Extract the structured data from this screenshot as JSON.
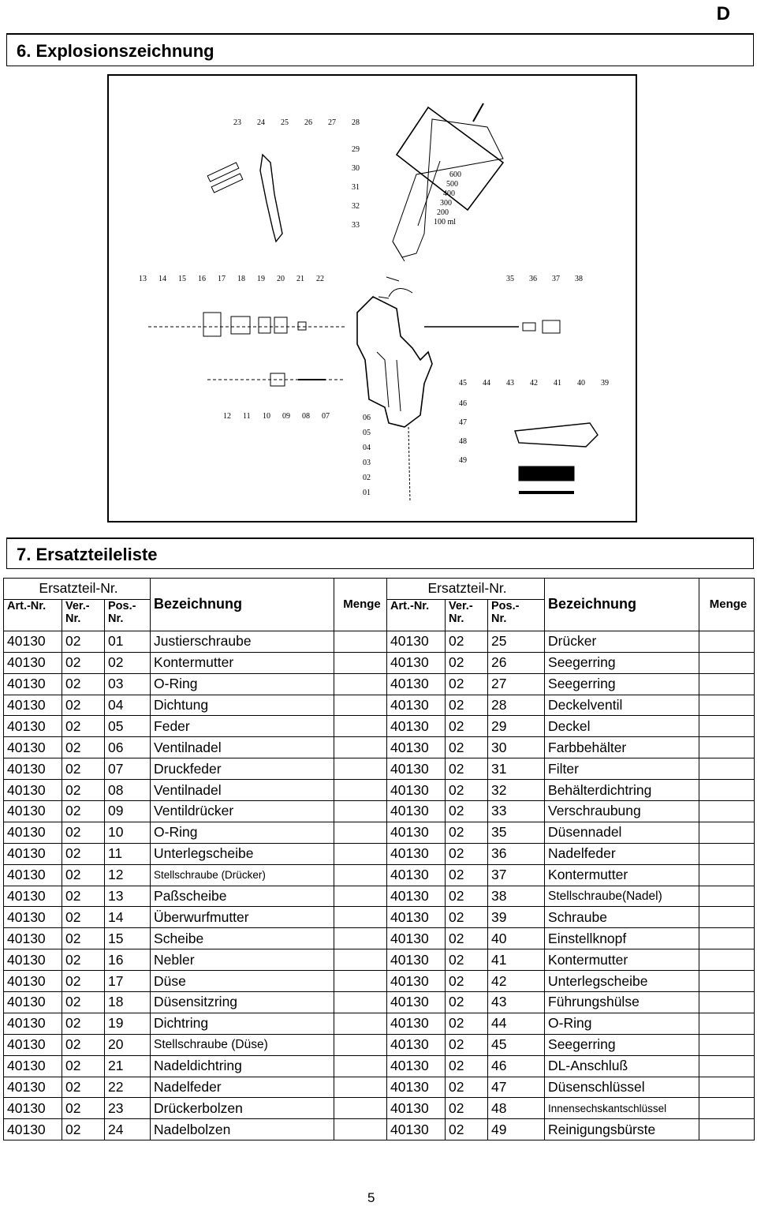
{
  "lang_tag": "D",
  "section6_title": "6.  Explosionszeichnung",
  "section7_title": "7.  Ersatzteileliste",
  "page_number": "5",
  "drawing": {
    "callouts_top": [
      "23",
      "24",
      "25",
      "26",
      "27",
      "28"
    ],
    "callouts_cup": [
      "29",
      "30",
      "31",
      "32",
      "33"
    ],
    "callouts_mid_left": [
      "13",
      "14",
      "15",
      "16",
      "17",
      "18",
      "19",
      "20",
      "21",
      "22"
    ],
    "callouts_mid_right": [
      "35",
      "36",
      "37",
      "38"
    ],
    "callouts_right_row": [
      "45",
      "44",
      "43",
      "42",
      "41",
      "40",
      "39"
    ],
    "callouts_lower_left": [
      "12",
      "11",
      "10",
      "09",
      "08",
      "07"
    ],
    "callouts_handle": [
      "06",
      "05",
      "04",
      "03",
      "02",
      "01"
    ],
    "callouts_tools": [
      "46",
      "47",
      "48",
      "49"
    ],
    "cup_scale": [
      "600",
      "500",
      "400",
      "300",
      "200",
      "100 ml"
    ]
  },
  "table": {
    "header": {
      "group": "Ersatzteil-Nr.",
      "art": "Art.-Nr.",
      "ver": "Ver.-\nNr.",
      "pos": "Pos.-\nNr.",
      "name": "Bezeichnung",
      "menge": "Menge"
    },
    "left": [
      [
        "40130",
        "02",
        "01",
        "Justierschraube"
      ],
      [
        "40130",
        "02",
        "02",
        "Kontermutter"
      ],
      [
        "40130",
        "02",
        "03",
        "O-Ring"
      ],
      [
        "40130",
        "02",
        "04",
        "Dichtung"
      ],
      [
        "40130",
        "02",
        "05",
        "Feder"
      ],
      [
        "40130",
        "02",
        "06",
        "Ventilnadel"
      ],
      [
        "40130",
        "02",
        "07",
        "Druckfeder"
      ],
      [
        "40130",
        "02",
        "08",
        "Ventilnadel"
      ],
      [
        "40130",
        "02",
        "09",
        "Ventildrücker"
      ],
      [
        "40130",
        "02",
        "10",
        "O-Ring"
      ],
      [
        "40130",
        "02",
        "11",
        "Unterlegscheibe"
      ],
      [
        "40130",
        "02",
        "12",
        "Stellschraube (Drücker)"
      ],
      [
        "40130",
        "02",
        "13",
        "Paßscheibe"
      ],
      [
        "40130",
        "02",
        "14",
        "Überwurfmutter"
      ],
      [
        "40130",
        "02",
        "15",
        "Scheibe"
      ],
      [
        "40130",
        "02",
        "16",
        "Nebler"
      ],
      [
        "40130",
        "02",
        "17",
        "Düse"
      ],
      [
        "40130",
        "02",
        "18",
        "Düsensitzring"
      ],
      [
        "40130",
        "02",
        "19",
        "Dichtring"
      ],
      [
        "40130",
        "02",
        "20",
        "Stellschraube (Düse)"
      ],
      [
        "40130",
        "02",
        "21",
        "Nadeldichtring"
      ],
      [
        "40130",
        "02",
        "22",
        "Nadelfeder"
      ],
      [
        "40130",
        "02",
        "23",
        "Drückerbolzen"
      ],
      [
        "40130",
        "02",
        "24",
        "Nadelbolzen"
      ]
    ],
    "right": [
      [
        "40130",
        "02",
        "25",
        "Drücker"
      ],
      [
        "40130",
        "02",
        "26",
        "Seegerring"
      ],
      [
        "40130",
        "02",
        "27",
        "Seegerring"
      ],
      [
        "40130",
        "02",
        "28",
        "Deckelventil"
      ],
      [
        "40130",
        "02",
        "29",
        "Deckel"
      ],
      [
        "40130",
        "02",
        "30",
        "Farbbehälter"
      ],
      [
        "40130",
        "02",
        "31",
        "Filter"
      ],
      [
        "40130",
        "02",
        "32",
        "Behälterdichtring"
      ],
      [
        "40130",
        "02",
        "33",
        "Verschraubung"
      ],
      [
        "40130",
        "02",
        "35",
        "Düsennadel"
      ],
      [
        "40130",
        "02",
        "36",
        "Nadelfeder"
      ],
      [
        "40130",
        "02",
        "37",
        "Kontermutter"
      ],
      [
        "40130",
        "02",
        "38",
        "Stellschraube(Nadel)"
      ],
      [
        "40130",
        "02",
        "39",
        "Schraube"
      ],
      [
        "40130",
        "02",
        "40",
        "Einstellknopf"
      ],
      [
        "40130",
        "02",
        "41",
        "Kontermutter"
      ],
      [
        "40130",
        "02",
        "42",
        "Unterlegscheibe"
      ],
      [
        "40130",
        "02",
        "43",
        "Führungshülse"
      ],
      [
        "40130",
        "02",
        "44",
        "O-Ring"
      ],
      [
        "40130",
        "02",
        "45",
        "Seegerring"
      ],
      [
        "40130",
        "02",
        "46",
        "DL-Anschluß"
      ],
      [
        "40130",
        "02",
        "47",
        "Düsenschlüssel"
      ],
      [
        "40130",
        "02",
        "48",
        "Innensechskantschlüssel"
      ],
      [
        "40130",
        "02",
        "49",
        "Reinigungsbürste"
      ]
    ]
  }
}
